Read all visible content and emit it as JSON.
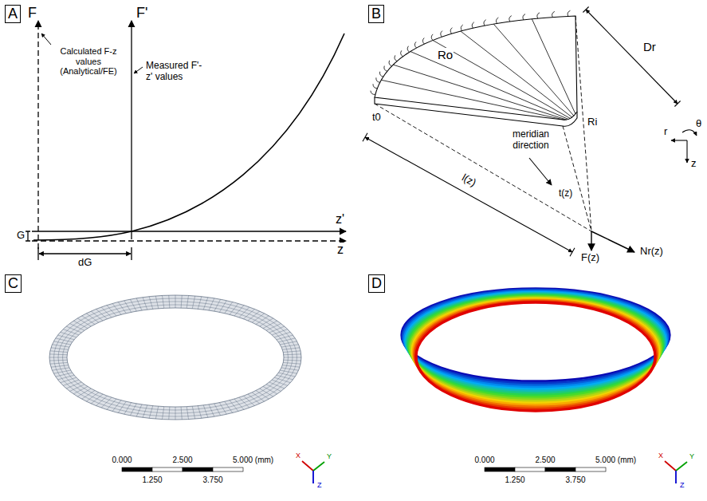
{
  "diagram": {
    "nodes": [
      {
        "text": [
          "A"
        ]
      },
      {
        "text": [
          "B"
        ]
      },
      {
        "text": [
          "C"
        ]
      },
      {
        "text": [
          "D"
        ]
      }
    ],
    "labels": [
      "F",
      "F'",
      "Calculated F-z values (Analytical/FE)",
      "Measured F'-z' values",
      "G",
      "dG",
      "z'",
      "z",
      "Dr",
      "Ro",
      "t0",
      "Ri",
      "meridian direction",
      "t(z)",
      "l(z)",
      "r",
      "θ",
      "z",
      "F(z)",
      "Nr(z)",
      "0.000",
      "2.500",
      "5.000 (mm)",
      "1.250",
      "3.750",
      "X",
      "Y",
      "Z",
      "0.000",
      "2.500",
      "5.000 (mm)",
      "1.250",
      "3.750",
      "X",
      "Y",
      "Z"
    ]
  }
}
